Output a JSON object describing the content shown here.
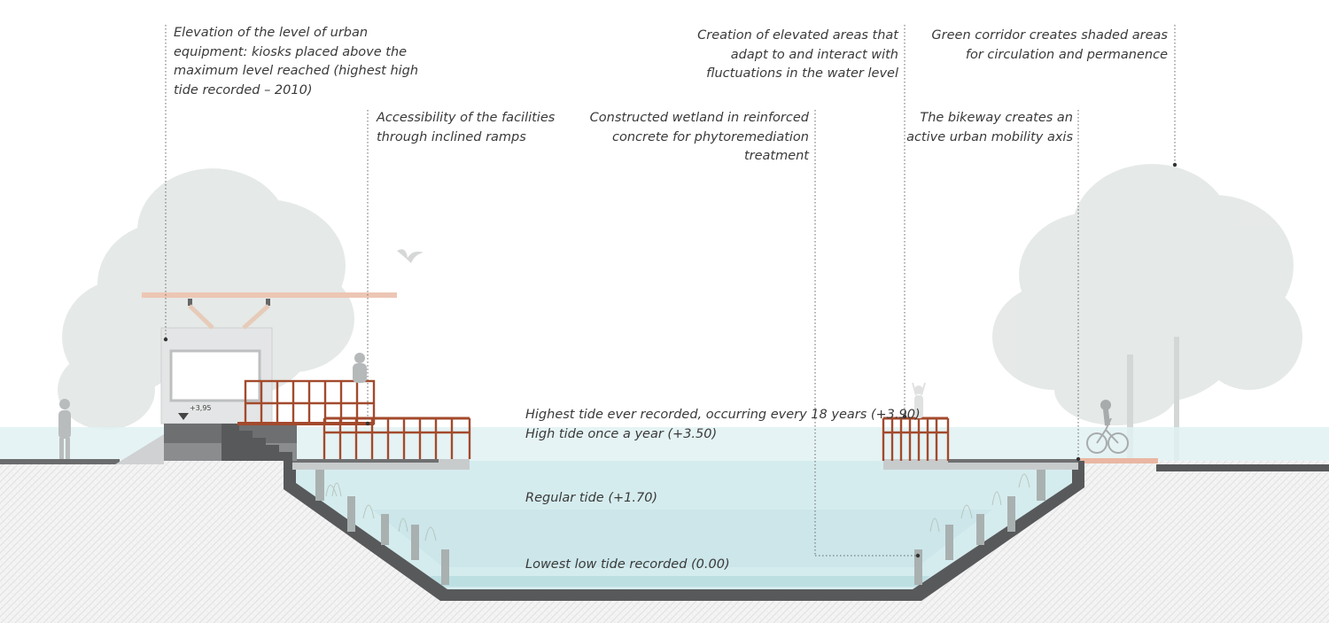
{
  "annotations": {
    "urban_equipment": [
      "Elevation of the level of urban",
      "equipment: kiosks placed above the",
      "maximum level reached (highest high",
      "tide recorded – 2010)"
    ],
    "ramps": [
      "Accessibility of the facilities",
      "through inclined ramps"
    ],
    "wetland": [
      "Constructed wetland in reinforced",
      "concrete for phytoremediation",
      "treatment"
    ],
    "elevated_areas": [
      "Creation of elevated areas that",
      "adapt to and interact with",
      "fluctuations in the water level"
    ],
    "green_corridor": [
      "Green corridor creates shaded areas",
      "for circulation and permanence"
    ],
    "bikeway": [
      "The bikeway creates an",
      "active urban mobility axis"
    ]
  },
  "tide_levels": {
    "highest": "Highest tide ever recorded, occurring every 18 years (+3.90)",
    "annual": "High tide once a year (+3.50)",
    "regular": "Regular tide (+1.70)",
    "lowest": "Lowest low tide recorded (0.00)"
  },
  "kiosk_level": "+3,95",
  "colors": {
    "water_shallow": "#dff0f1",
    "water_deep": "#cde8ea",
    "concrete": "#58595b",
    "railing": "#a34a2c",
    "canopy": "#ecc7b5",
    "tree": "#e2e6e4",
    "ground_hatch": "#ececec"
  }
}
